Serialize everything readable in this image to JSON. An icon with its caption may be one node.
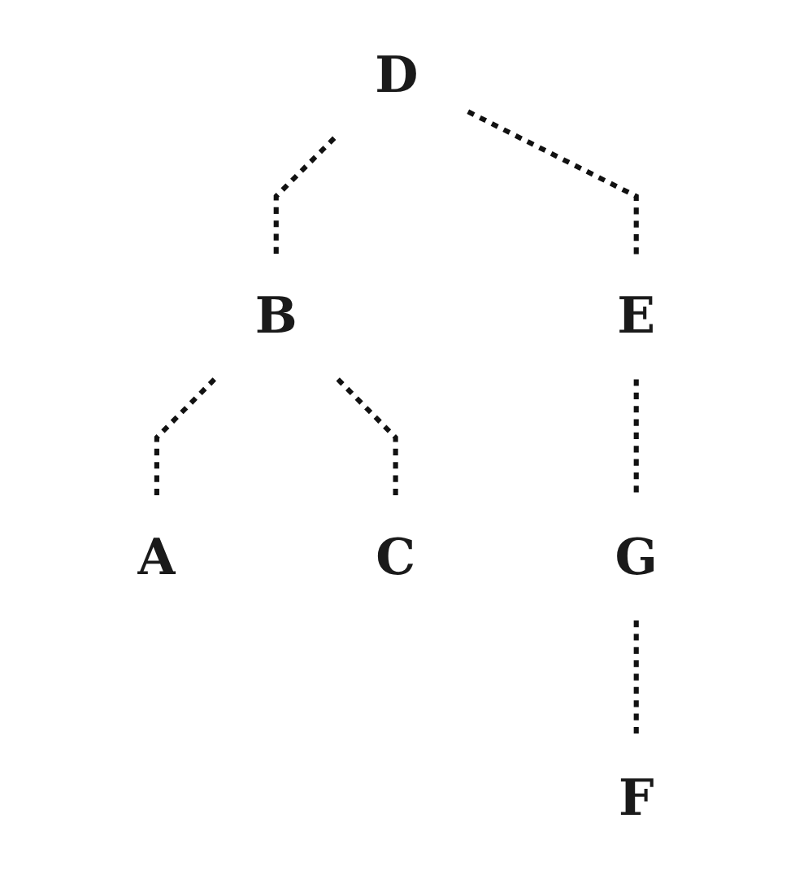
{
  "diagram": {
    "nodes": [
      {
        "text": [
          "D"
        ]
      },
      {
        "text": [
          "B"
        ]
      },
      {
        "text": [
          "E"
        ]
      },
      {
        "text": [
          "A"
        ]
      },
      {
        "text": [
          "C"
        ]
      },
      {
        "text": [
          "G"
        ]
      },
      {
        "text": [
          "F"
        ]
      }
    ],
    "edges": [
      {
        "from": 0,
        "to": 1,
        "arrow": "none",
        "style": "dashed"
      },
      {
        "from": 0,
        "to": 2,
        "arrow": "none",
        "style": "dashed"
      },
      {
        "from": 1,
        "to": 3,
        "arrow": "none",
        "style": "dashed"
      },
      {
        "from": 1,
        "to": 4,
        "arrow": "none",
        "style": "dashed"
      },
      {
        "from": 2,
        "to": 5,
        "arrow": "none",
        "style": "dashed"
      },
      {
        "from": 5,
        "to": 6,
        "arrow": "none",
        "style": "dashed"
      }
    ]
  }
}
